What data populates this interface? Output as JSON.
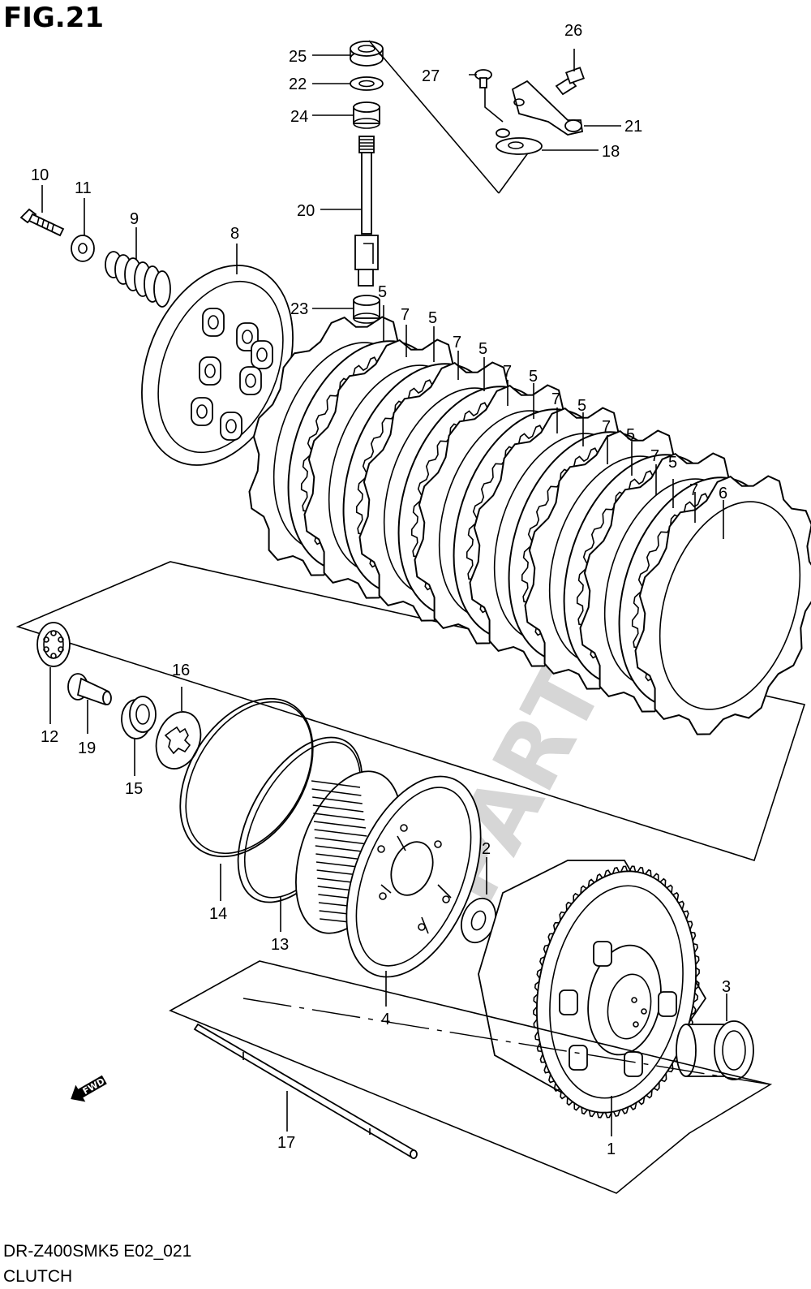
{
  "figure_title": "FIG.21",
  "diagram_code": "DR-Z400SMK5 E02_021",
  "diagram_name": "CLUTCH",
  "watermark": "PARTS",
  "fwd_arrow_label": "FWD",
  "callouts": [
    {
      "id": "c25",
      "label": "25"
    },
    {
      "id": "c22",
      "label": "22"
    },
    {
      "id": "c24",
      "label": "24"
    },
    {
      "id": "c20",
      "label": "20"
    },
    {
      "id": "c23",
      "label": "23"
    },
    {
      "id": "c27",
      "label": "27"
    },
    {
      "id": "c26",
      "label": "26"
    },
    {
      "id": "c21",
      "label": "21"
    },
    {
      "id": "c18",
      "label": "18"
    },
    {
      "id": "c10",
      "label": "10"
    },
    {
      "id": "c11",
      "label": "11"
    },
    {
      "id": "c9",
      "label": "9"
    },
    {
      "id": "c8",
      "label": "8"
    },
    {
      "id": "c5a",
      "label": "5"
    },
    {
      "id": "c7a",
      "label": "7"
    },
    {
      "id": "c5b",
      "label": "5"
    },
    {
      "id": "c7b",
      "label": "7"
    },
    {
      "id": "c5c",
      "label": "5"
    },
    {
      "id": "c7c",
      "label": "7"
    },
    {
      "id": "c5d",
      "label": "5"
    },
    {
      "id": "c7d",
      "label": "7"
    },
    {
      "id": "c5e",
      "label": "5"
    },
    {
      "id": "c7e",
      "label": "7"
    },
    {
      "id": "c5f",
      "label": "5"
    },
    {
      "id": "c7f",
      "label": "7"
    },
    {
      "id": "c5g",
      "label": "5"
    },
    {
      "id": "c7g",
      "label": "7"
    },
    {
      "id": "c6",
      "label": "6"
    },
    {
      "id": "c16",
      "label": "16"
    },
    {
      "id": "c12",
      "label": "12"
    },
    {
      "id": "c19",
      "label": "19"
    },
    {
      "id": "c15",
      "label": "15"
    },
    {
      "id": "c2",
      "label": "2"
    },
    {
      "id": "c14",
      "label": "14"
    },
    {
      "id": "c13",
      "label": "13"
    },
    {
      "id": "c4",
      "label": "4"
    },
    {
      "id": "c3",
      "label": "3"
    },
    {
      "id": "c17",
      "label": "17"
    },
    {
      "id": "c1",
      "label": "1"
    }
  ]
}
